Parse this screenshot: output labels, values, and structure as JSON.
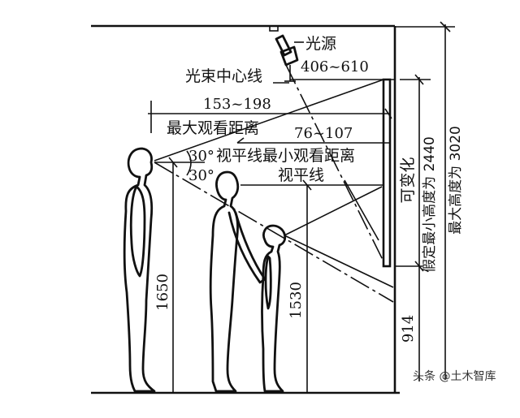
{
  "diagram": {
    "type": "viewing-distance-and-height-diagram",
    "labels": {
      "light_source": "光源",
      "beam_center_line": "光束中心线",
      "max_viewing_distance": "最大观看距离",
      "min_viewing_distance_prefix": "视平线最小观看距离",
      "eye_level_line": "视平线",
      "variable": "可变化",
      "assumed_min_height": "假定最小高度为 2440",
      "max_height": "最大高度为 3020"
    },
    "dimensions": {
      "light_offset": "406~610",
      "max_distance_range": "153~198",
      "min_distance_range": "76~107",
      "angle_upper": "30°",
      "angle_lower": "30°",
      "adult_eye_height": "1650",
      "child_eye_height": "1530",
      "display_bottom_height": "914"
    },
    "figures": [
      {
        "name": "adult-man",
        "eye_height": "1650"
      },
      {
        "name": "adult-woman"
      },
      {
        "name": "child",
        "eye_height": "1530"
      }
    ]
  },
  "watermark": "头条 @土木智库"
}
